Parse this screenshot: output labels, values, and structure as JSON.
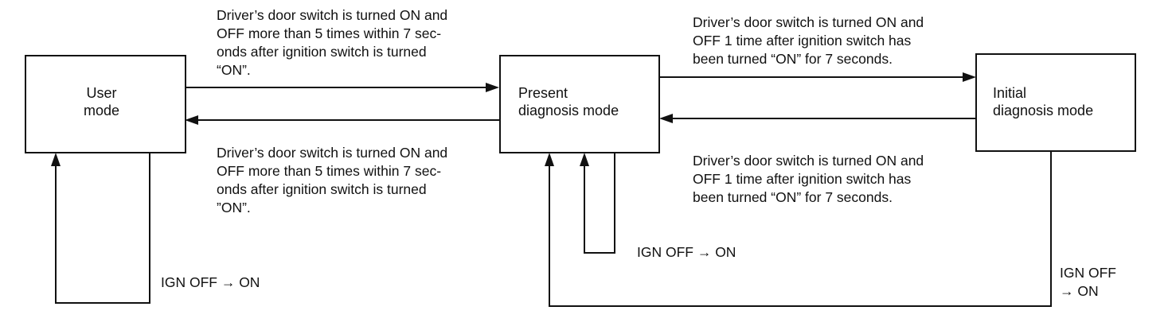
{
  "boxes": {
    "user": "User\nmode",
    "present": "Present\ndiagnosis mode",
    "initial": "Initial\ndiagnosis mode"
  },
  "transitions": {
    "user_to_present": "Driver’s door switch is turned ON and\nOFF more than 5 times within 7 sec-\nonds after ignition switch is turned\n“ON”.",
    "present_to_user": "Driver’s door switch is turned ON and\nOFF more than 5 times within 7 sec-\nonds after ignition switch is turned\n”ON”.",
    "present_to_initial": "Driver’s door switch is turned ON and\nOFF 1 time after ignition switch has\nbeen turned “ON” for 7 seconds.",
    "initial_to_present": "Driver’s door switch is turned ON and\nOFF 1 time after ignition switch has\nbeen turned “ON” for 7 seconds."
  },
  "loops": {
    "user": "IGN OFF → ON",
    "present": "IGN OFF → ON",
    "initial": "IGN OFF\n→ ON"
  }
}
